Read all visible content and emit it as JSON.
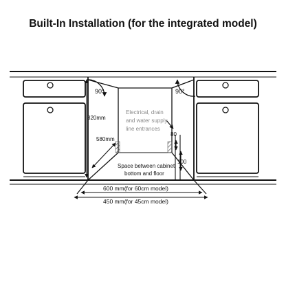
{
  "title": "Built-In Installation (for the integrated model)",
  "labels": {
    "angle_left": "90°",
    "angle_right": "90°",
    "height": "820mm",
    "depth": "580mm",
    "dim_80": "80",
    "dim_100": "100",
    "electrical_note": [
      "Electrical, drain",
      "and water supply",
      "line entrances"
    ],
    "space_note": [
      "Space between cabinet",
      "bottom and floor"
    ],
    "width_60": "600 mm(for 60cm model)",
    "width_45": "450 mm(for 45cm model)"
  },
  "colors": {
    "line": "#111111",
    "note": "#8a8a8a",
    "hatch": "#555555"
  }
}
